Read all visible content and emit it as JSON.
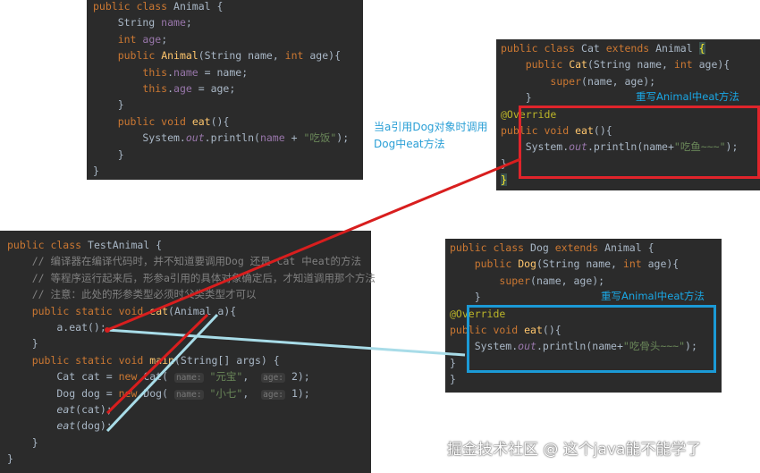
{
  "animal_panel": {
    "lines": [
      "<span class=\"kw\">public class</span> Animal {",
      "    String <span class=\"fld\">name</span>;",
      "    <span class=\"kw\">int</span> <span class=\"fld\">age</span>;",
      "    <span class=\"kw\">public</span> <span class=\"fn\">Animal</span>(String name, <span class=\"kw\">int</span> age){",
      "        <span class=\"kw\">this</span>.<span class=\"fld\">name</span> = name;",
      "        <span class=\"kw\">this</span>.<span class=\"fld\">age</span> = age;",
      "    }",
      "    <span class=\"kw\">public void</span> <span class=\"fn\">eat</span>(){",
      "        System.<span class=\"fld it\">out</span>.println(<span class=\"fld\">name</span> + <span class=\"str\">\"吃饭\"</span>);",
      "    }",
      "}"
    ]
  },
  "cat_panel": {
    "lines": [
      "<span class=\"kw\">public class</span> Cat <span class=\"kw\">extends</span> Animal <span style=\"background:#3b514d;color:#ffef28\">{</span>",
      "    <span class=\"kw\">public</span> <span class=\"fn\">Cat</span>(String name, <span class=\"kw\">int</span> age){",
      "        <span class=\"kw\">super</span>(name, age);",
      "    }",
      "<span class=\"ann\">@Override</span>",
      "<span class=\"kw\">public void</span> <span class=\"fn\">eat</span>(){",
      "    System.<span class=\"fld it\">out</span>.println(name+<span class=\"str\">\"吃鱼~~~\"</span>);",
      "}",
      "<span style=\"background:#3b514d;color:#ffef28\">}</span>"
    ],
    "override_note": "重写Animal中eat方法"
  },
  "dog_panel": {
    "lines": [
      "<span class=\"kw\">public class</span> Dog <span class=\"kw\">extends</span> Animal {",
      "    <span class=\"kw\">public</span> <span class=\"fn\">Dog</span>(String name, <span class=\"kw\">int</span> age){",
      "        <span class=\"kw\">super</span>(name, age);",
      "    }",
      "<span class=\"ann\">@Override</span>",
      "<span class=\"kw\">public void</span> <span class=\"fn\">eat</span>(){",
      "    System.<span class=\"fld it\">out</span>.println(name+<span class=\"str\">\"吃骨头~~~\"</span>);",
      "}",
      "}"
    ],
    "override_note": "重写Animal中eat方法"
  },
  "test_panel": {
    "lines": [
      "<span class=\"kw\">public class</span> TestAnimal {",
      "    <span class=\"cm\">// 编译器在编译代码时，并不知道要调用Dog 还是 Cat 中eat的方法</span>",
      "    <span class=\"cm\">// 等程序运行起来后，形参a引用的具体对象确定后，才知道调用那个方法</span>",
      "    <span class=\"cm\">// 注意：此处的形参类型必须时父类类型才可以</span>",
      "    <span class=\"kw\">public static void</span> <span class=\"fn\">eat</span>(Animal a){",
      "        a.eat();",
      "    }",
      "    <span class=\"kw\">public static void</span> <span class=\"fn\">main</span>(String[] args) {",
      "        Cat cat = <span class=\"kw\">new</span> Cat( <span class=\"hint\">name:</span> <span class=\"str\">\"元宝\"</span>,  <span class=\"hint\">age:</span> 2);",
      "        Dog dog = <span class=\"kw\">new</span> Dog( <span class=\"hint\">name:</span> <span class=\"str\">\"小七\"</span>,  <span class=\"hint\">age:</span> 1);",
      "        <span class=\"it\">eat</span>(cat);",
      "        <span class=\"it\">eat</span>(dog);",
      "    }",
      "}"
    ]
  },
  "callout_text": "当a引用Dog对象时调用Dog中eat方法",
  "watermark": "掘金技术社区 @ 这个java能不能学了",
  "colors": {
    "cat_highlight": "#e0242b",
    "dog_highlight": "#1b9ad6",
    "cat_arrow": "#d81e1e",
    "dog_arrow": "#a8dce8"
  }
}
